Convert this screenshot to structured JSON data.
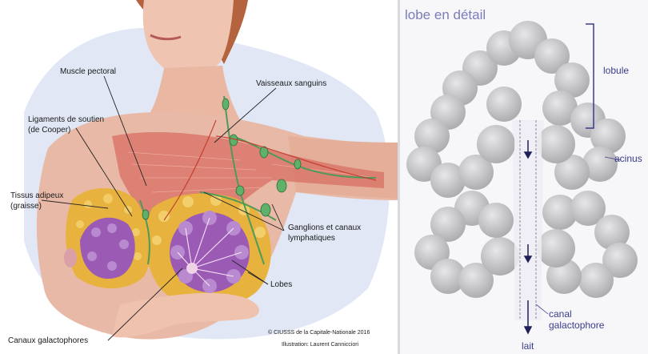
{
  "left": {
    "labels": {
      "muscle": "Muscle pectoral",
      "vessels": "Vaisseaux sanguins",
      "ligaments_1": "Ligaments de soutien",
      "ligaments_2": "(de Cooper)",
      "adipose_1": "Tissus adipeux",
      "adipose_2": "(graisse)",
      "lymph_1": "Ganglions et canaux",
      "lymph_2": "lymphatiques",
      "lobes": "Lobes",
      "ducts": "Canaux galactophores"
    },
    "copyright": "© CIUSSS de la Capitale-Nationale 2016",
    "illustrator": "Illustration: Laurent Cannicciori"
  },
  "right": {
    "title": "lobe en détail",
    "labels": {
      "lobule": "lobule",
      "acinus": "acinus",
      "canal_1": "canal",
      "canal_2": "galactophore",
      "lait": "lait"
    }
  },
  "colors": {
    "skin": "#e8b9a6",
    "muscle": "#d9776a",
    "fat": "#e8b23e",
    "lobe": "#9b5bb5",
    "lymph": "#4e9a5a",
    "gland_grey": "#b9b9bb",
    "right_label": "#3a3c8a"
  }
}
